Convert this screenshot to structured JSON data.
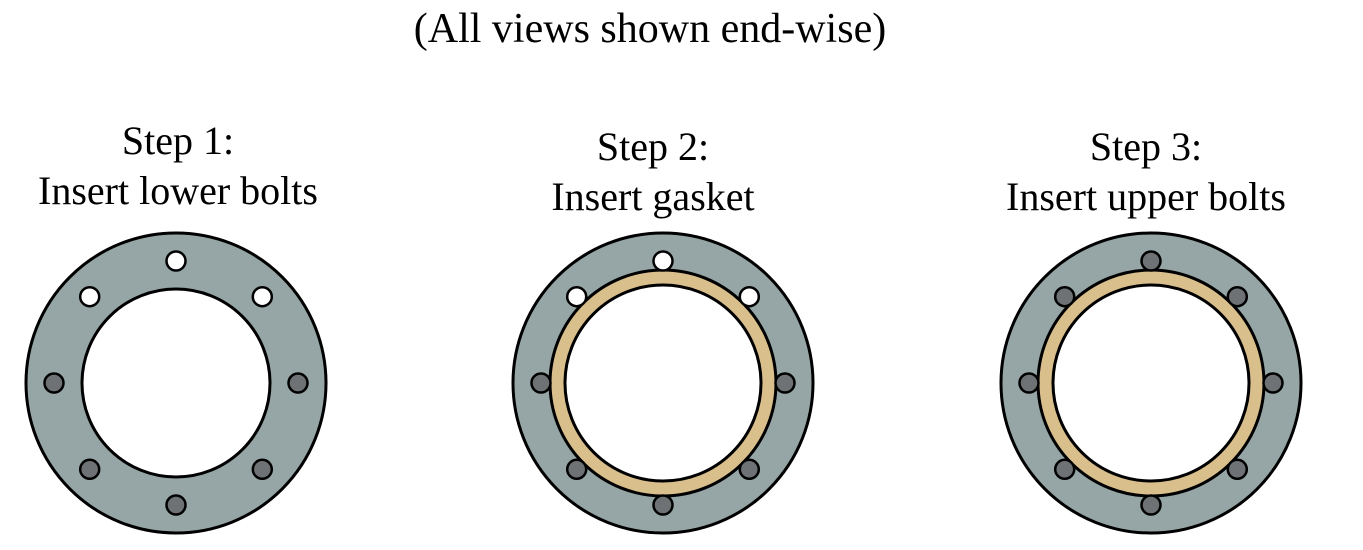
{
  "caption": "(All views shown end-wise)",
  "colors": {
    "flange": "#96a6a6",
    "gasket": "#d8bf8c",
    "bolt_inserted": "#6e7274",
    "bolt_hole": "#ffffff",
    "outline": "#000000"
  },
  "steps": [
    {
      "heading": "Step 1:",
      "description": "Insert lower bolts",
      "gasket": false,
      "bolts": [
        "hole",
        "hole",
        "inserted",
        "inserted",
        "inserted",
        "inserted",
        "inserted",
        "hole"
      ]
    },
    {
      "heading": "Step 2:",
      "description": "Insert gasket",
      "gasket": true,
      "bolts": [
        "hole",
        "hole",
        "inserted",
        "inserted",
        "inserted",
        "inserted",
        "inserted",
        "hole"
      ]
    },
    {
      "heading": "Step 3:",
      "description": "Insert upper bolts",
      "gasket": true,
      "bolts": [
        "inserted",
        "inserted",
        "inserted",
        "inserted",
        "inserted",
        "inserted",
        "inserted",
        "inserted"
      ]
    }
  ]
}
